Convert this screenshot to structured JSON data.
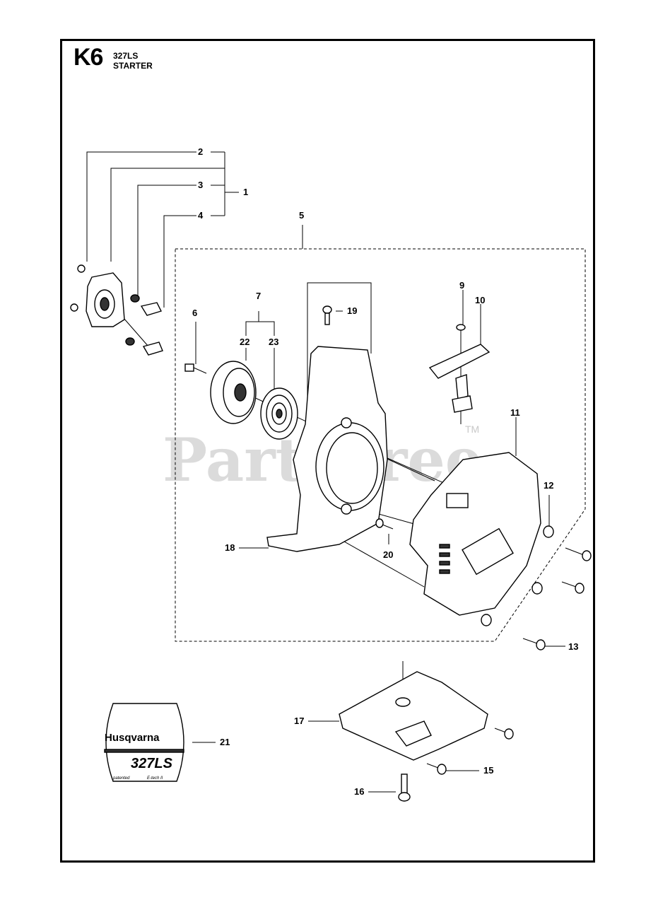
{
  "header": {
    "code": "K6",
    "model": "327LS",
    "subtitle": "STARTER"
  },
  "watermark": {
    "text": "PartsTree",
    "tm": "TM"
  },
  "decal": {
    "brand": "Husqvarna",
    "model": "327LS",
    "small_left": "patented",
    "small_right": "E-tech II"
  },
  "callouts": [
    {
      "id": "c1",
      "label": "1"
    },
    {
      "id": "c2",
      "label": "2"
    },
    {
      "id": "c3",
      "label": "3"
    },
    {
      "id": "c4",
      "label": "4"
    },
    {
      "id": "c5",
      "label": "5"
    },
    {
      "id": "c6",
      "label": "6"
    },
    {
      "id": "c7",
      "label": "7"
    },
    {
      "id": "c9",
      "label": "9"
    },
    {
      "id": "c10",
      "label": "10"
    },
    {
      "id": "c11",
      "label": "11"
    },
    {
      "id": "c12",
      "label": "12"
    },
    {
      "id": "c13",
      "label": "13"
    },
    {
      "id": "c15",
      "label": "15"
    },
    {
      "id": "c16",
      "label": "16"
    },
    {
      "id": "c17",
      "label": "17"
    },
    {
      "id": "c18",
      "label": "18"
    },
    {
      "id": "c19",
      "label": "19"
    },
    {
      "id": "c20",
      "label": "20"
    },
    {
      "id": "c21",
      "label": "21"
    },
    {
      "id": "c22",
      "label": "22"
    },
    {
      "id": "c23",
      "label": "23"
    }
  ],
  "colors": {
    "line": "#000000",
    "watermark": "#cfcfcf",
    "part_fill": "#ffffff",
    "part_dark": "#333333"
  }
}
